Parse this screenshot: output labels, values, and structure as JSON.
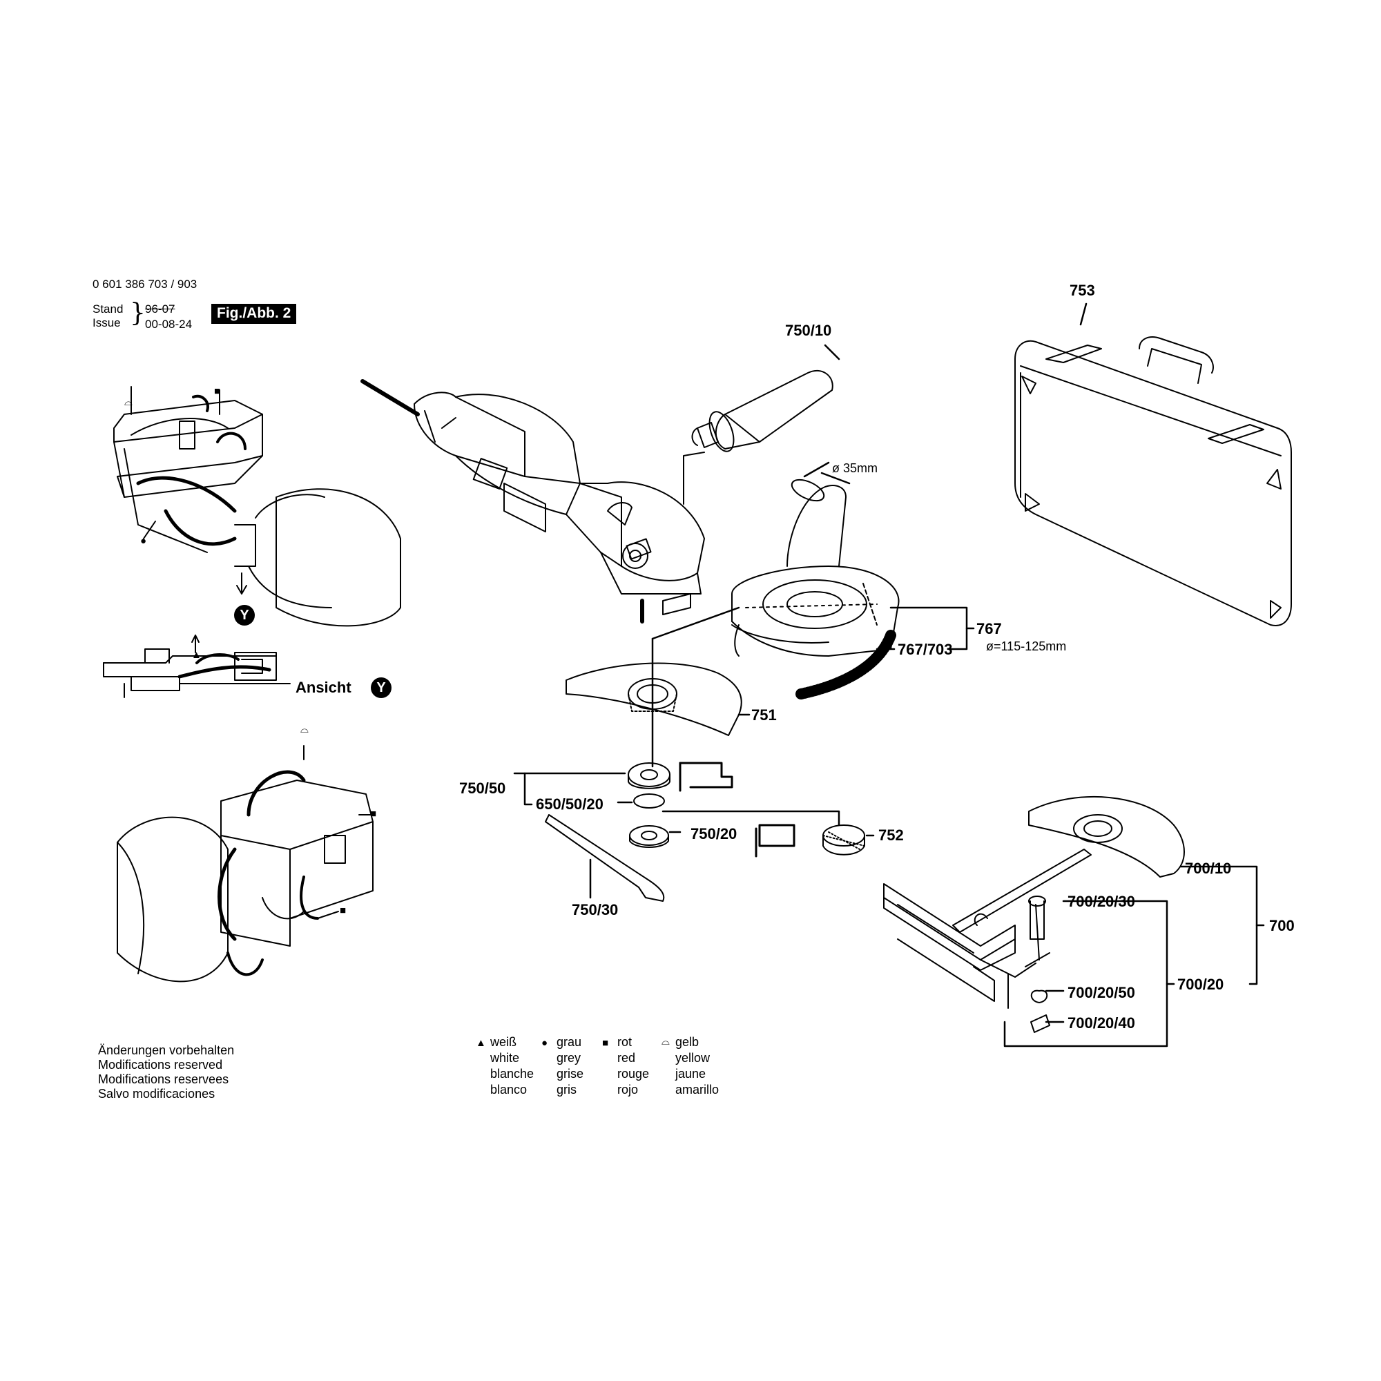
{
  "header": {
    "part_number": "0 601 386 703 / 903",
    "stand_label": "Stand",
    "issue_label": "Issue",
    "old_date": "96-07",
    "date": "00-08-24",
    "figure_label": "Fig./Abb. 2"
  },
  "view_label": "Ansicht",
  "view_marker": "Y",
  "callouts": {
    "c753": "753",
    "c750_10": "750/10",
    "c767": "767",
    "c767_703": "767/703",
    "dia_35": "ø 35mm",
    "dia_115": "ø=115-125mm",
    "c751": "751",
    "c750_50": "750/50",
    "c650_50_20": "650/50/20",
    "c750_20": "750/20",
    "c752": "752",
    "c750_30": "750/30",
    "c700_10": "700/10",
    "c700": "700",
    "c700_20_30": "700/20/30",
    "c700_20": "700/20",
    "c700_20_50": "700/20/50",
    "c700_20_40": "700/20/40"
  },
  "modifications": [
    "Änderungen vorbehalten",
    "Modifications reserved",
    "Modifications reservees",
    "Salvo modificaciones"
  ],
  "legend": [
    {
      "symbol": "▲",
      "lines": [
        "weiß",
        "white",
        "blanche",
        "blanco"
      ]
    },
    {
      "symbol": "●",
      "lines": [
        "grau",
        "grey",
        "grise",
        "gris"
      ]
    },
    {
      "symbol": "■",
      "lines": [
        "rot",
        "red",
        "rouge",
        "rojo"
      ]
    },
    {
      "symbol": "⌓",
      "lines": [
        "gelb",
        "yellow",
        "jaune",
        "amarillo"
      ]
    }
  ]
}
